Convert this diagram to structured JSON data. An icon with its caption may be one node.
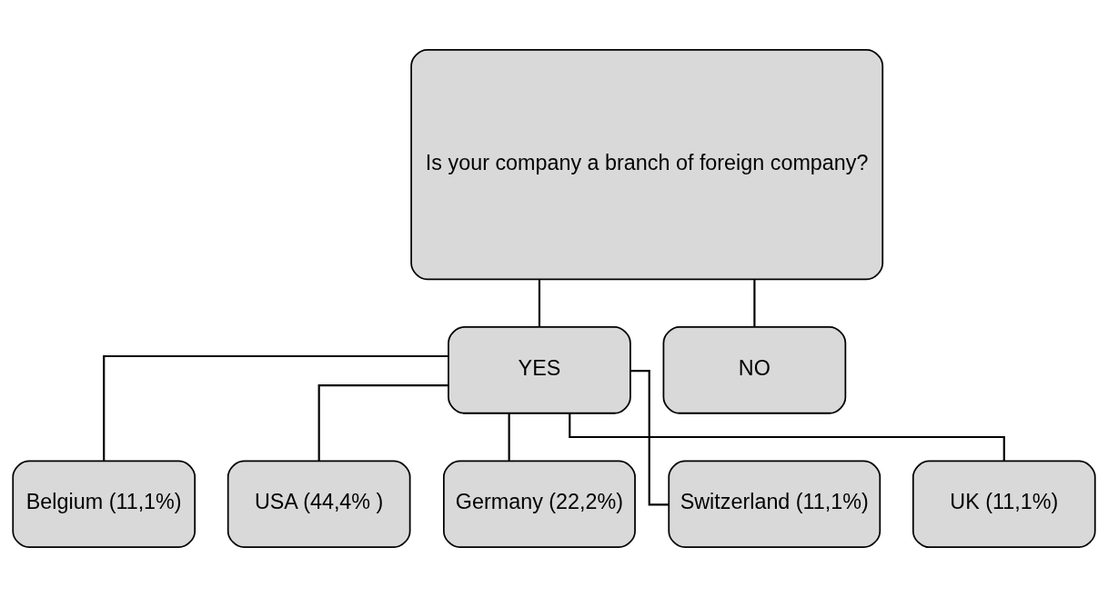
{
  "diagram": {
    "nodes": [
      {
        "text": [
          "Is your company a branch of foreign company?"
        ]
      },
      {
        "text": [
          "YES"
        ]
      },
      {
        "text": [
          "NO"
        ]
      },
      {
        "text": [
          "Belgium (11,1%)"
        ]
      },
      {
        "text": [
          "USA (44,4% )"
        ]
      },
      {
        "text": [
          "Germany (22,2%)"
        ]
      },
      {
        "text": [
          "Switzerland (11,1%)"
        ]
      },
      {
        "text": [
          "UK (11,1%)"
        ]
      }
    ],
    "edges": [
      {
        "from": 0,
        "to": 1,
        "arrow": "none"
      },
      {
        "from": 0,
        "to": 2,
        "arrow": "none"
      },
      {
        "from": 1,
        "to": 3,
        "arrow": "none"
      },
      {
        "from": 1,
        "to": 4,
        "arrow": "none"
      },
      {
        "from": 1,
        "to": 5,
        "arrow": "none"
      },
      {
        "from": 1,
        "to": 6,
        "arrow": "none"
      },
      {
        "from": 1,
        "to": 7,
        "arrow": "none"
      }
    ]
  }
}
